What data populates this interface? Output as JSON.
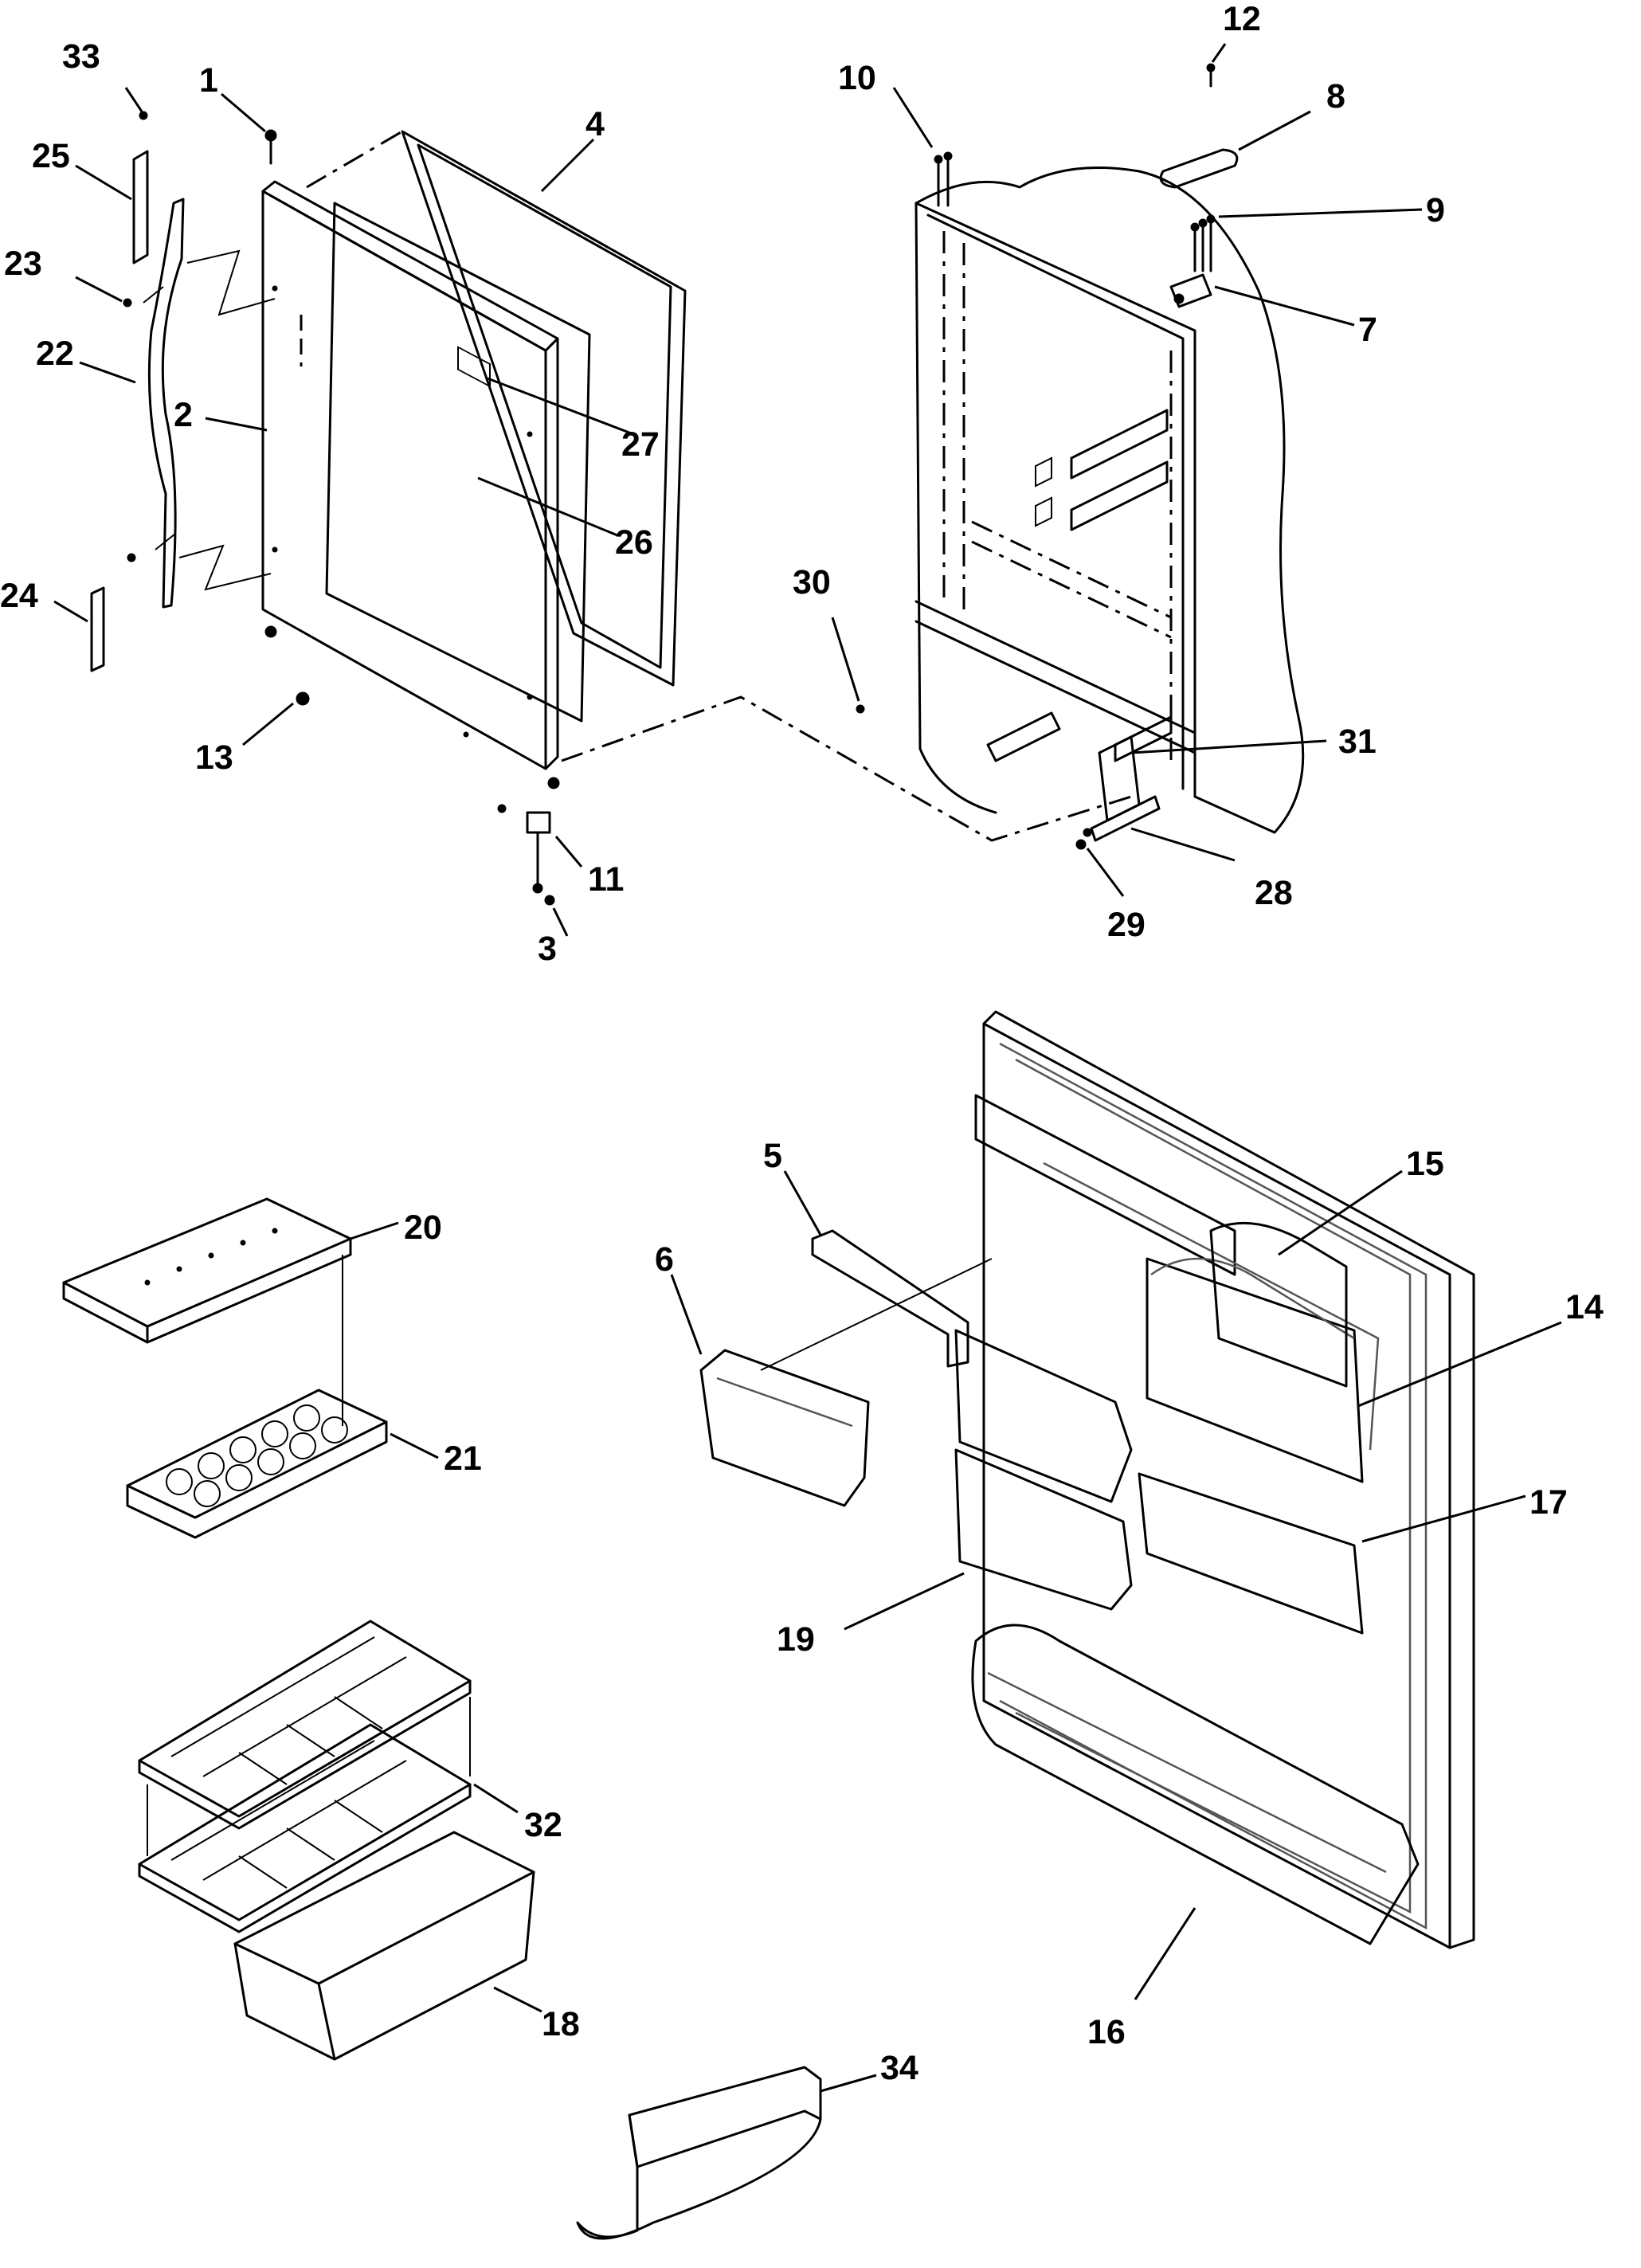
{
  "callouts": [
    {
      "id": "33",
      "text": "33"
    },
    {
      "id": "1",
      "text": "1"
    },
    {
      "id": "4",
      "text": "4"
    },
    {
      "id": "25",
      "text": "25"
    },
    {
      "id": "23",
      "text": "23"
    },
    {
      "id": "22",
      "text": "22"
    },
    {
      "id": "2",
      "text": "2"
    },
    {
      "id": "27",
      "text": "27"
    },
    {
      "id": "26",
      "text": "26"
    },
    {
      "id": "24",
      "text": "24"
    },
    {
      "id": "13",
      "text": "13"
    },
    {
      "id": "11",
      "text": "11"
    },
    {
      "id": "3",
      "text": "3"
    },
    {
      "id": "10",
      "text": "10"
    },
    {
      "id": "12",
      "text": "12"
    },
    {
      "id": "8",
      "text": "8"
    },
    {
      "id": "9",
      "text": "9"
    },
    {
      "id": "7",
      "text": "7"
    },
    {
      "id": "30",
      "text": "30"
    },
    {
      "id": "31",
      "text": "31"
    },
    {
      "id": "28",
      "text": "28"
    },
    {
      "id": "29",
      "text": "29"
    },
    {
      "id": "5",
      "text": "5"
    },
    {
      "id": "6",
      "text": "6"
    },
    {
      "id": "15",
      "text": "15"
    },
    {
      "id": "14",
      "text": "14"
    },
    {
      "id": "17",
      "text": "17"
    },
    {
      "id": "19",
      "text": "19"
    },
    {
      "id": "20",
      "text": "20"
    },
    {
      "id": "21",
      "text": "21"
    },
    {
      "id": "32",
      "text": "32"
    },
    {
      "id": "18",
      "text": "18"
    },
    {
      "id": "16",
      "text": "16"
    },
    {
      "id": "34",
      "text": "34"
    }
  ]
}
